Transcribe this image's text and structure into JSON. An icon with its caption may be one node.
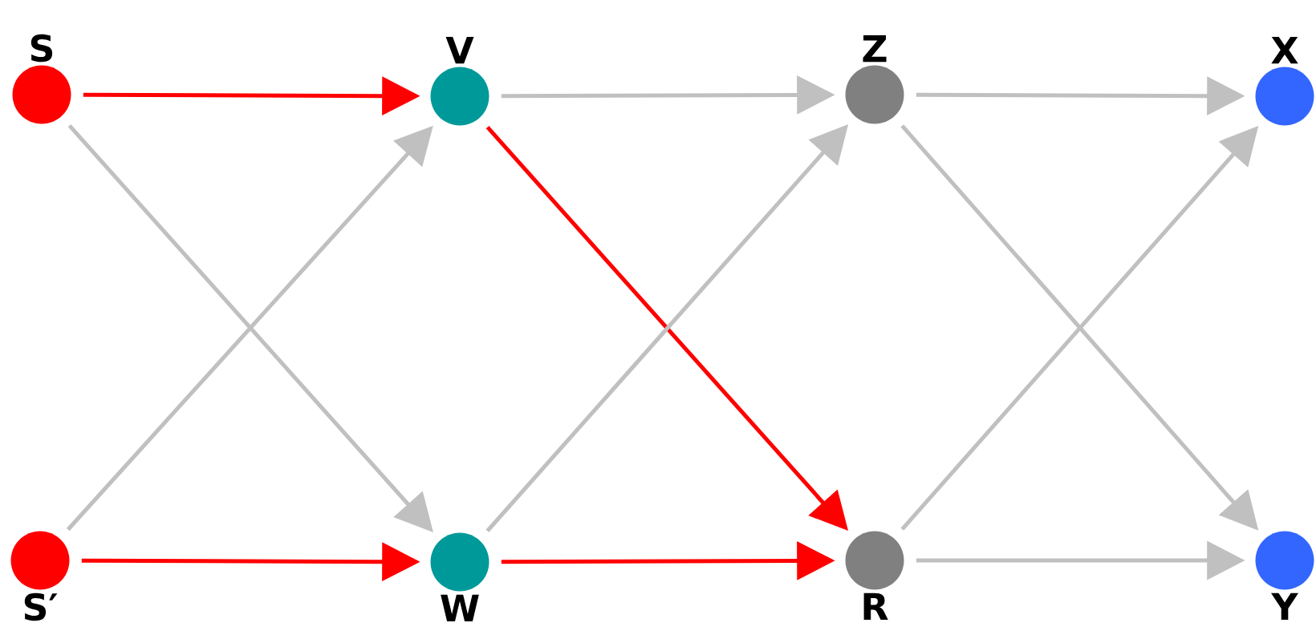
{
  "diagram": {
    "nodes": [
      {
        "text": [
          "S"
        ]
      },
      {
        "text": [
          "V"
        ]
      },
      {
        "text": [
          "Z"
        ]
      },
      {
        "text": [
          "X"
        ]
      },
      {
        "text": [
          "S′"
        ]
      },
      {
        "text": [
          "W"
        ]
      },
      {
        "text": [
          "R"
        ]
      },
      {
        "text": [
          "Y"
        ]
      }
    ],
    "edges": [
      {
        "from": 0,
        "to": 1,
        "arrow": "to",
        "color": "#ff0000"
      },
      {
        "from": 0,
        "to": 5,
        "arrow": "to"
      },
      {
        "from": 4,
        "to": 1,
        "arrow": "to"
      },
      {
        "from": 4,
        "to": 5,
        "arrow": "to",
        "color": "#ff0000"
      },
      {
        "from": 1,
        "to": 2,
        "arrow": "to"
      },
      {
        "from": 1,
        "to": 6,
        "arrow": "to",
        "color": "#ff0000"
      },
      {
        "from": 5,
        "to": 2,
        "arrow": "to"
      },
      {
        "from": 5,
        "to": 6,
        "arrow": "to",
        "color": "#ff0000"
      },
      {
        "from": 2,
        "to": 3,
        "arrow": "to"
      },
      {
        "from": 2,
        "to": 7,
        "arrow": "to"
      },
      {
        "from": 6,
        "to": 3,
        "arrow": "to"
      },
      {
        "from": 6,
        "to": 7,
        "arrow": "to"
      }
    ]
  }
}
